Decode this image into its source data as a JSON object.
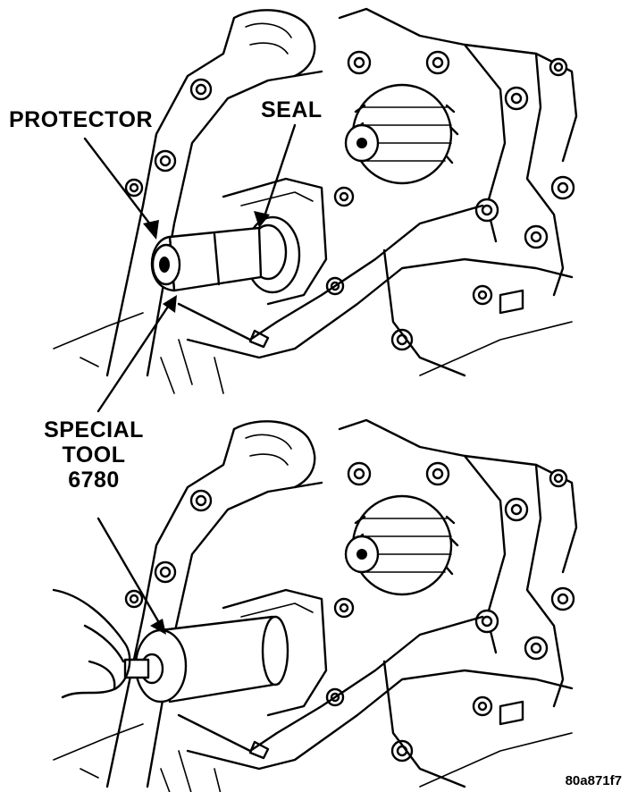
{
  "labels": {
    "protector": "PROTECTOR",
    "seal": "SEAL",
    "tool_line1": "SPECIAL",
    "tool_line2": "TOOL",
    "tool_line3": "6780"
  },
  "figure_code": "80a871f7",
  "colors": {
    "ink": "#000000",
    "paper": "#ffffff"
  }
}
